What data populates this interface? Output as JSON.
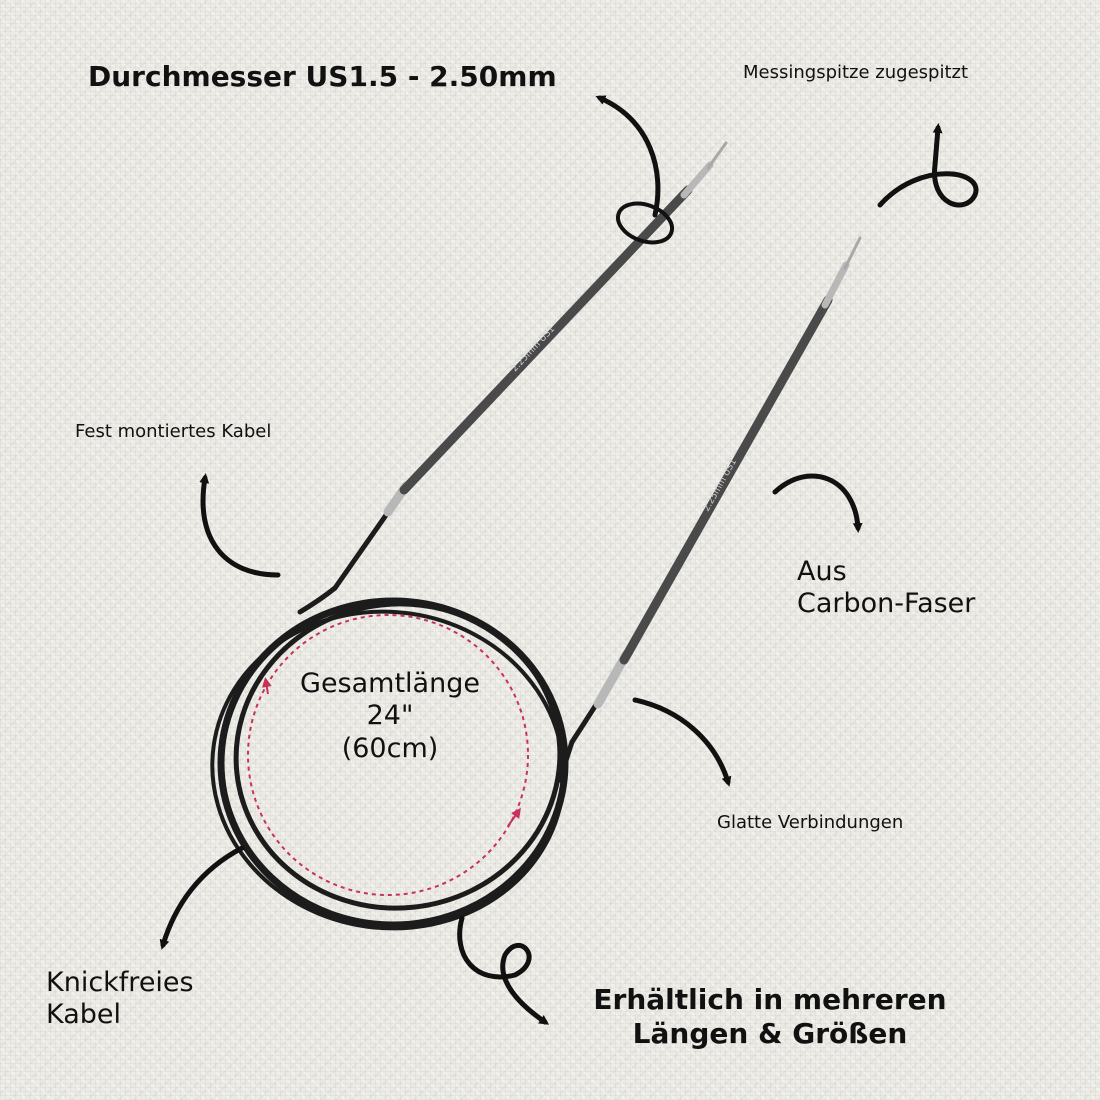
{
  "labels": {
    "diameter": "Durchmesser US1.5 - 2.50mm",
    "tip": "Messingspitze zugespitzt",
    "cable_fixed": "Fest montiertes Kabel",
    "carbon_line1": "Aus",
    "carbon_line2": "Carbon-Faser",
    "length_line1": "Gesamtlänge",
    "length_line2": "24\"",
    "length_line3": "(60cm)",
    "joins": "Glatte Verbindungen",
    "kinkfree_line1": "Knickfreies",
    "kinkfree_line2": "Kabel",
    "sizes_line1": "Erhältlich in mehreren",
    "sizes_line2": "Längen & Größen"
  },
  "needle_imprint": "2.25mm US1",
  "colors": {
    "background": "#ecebe6",
    "needle_shaft": "#4a4a4a",
    "cable": "#1c1c1c",
    "metal": "#b8b8b8",
    "dashed_circle": "#c8325a",
    "text": "#111111"
  },
  "icons": [
    "curly-arrow-icon"
  ]
}
